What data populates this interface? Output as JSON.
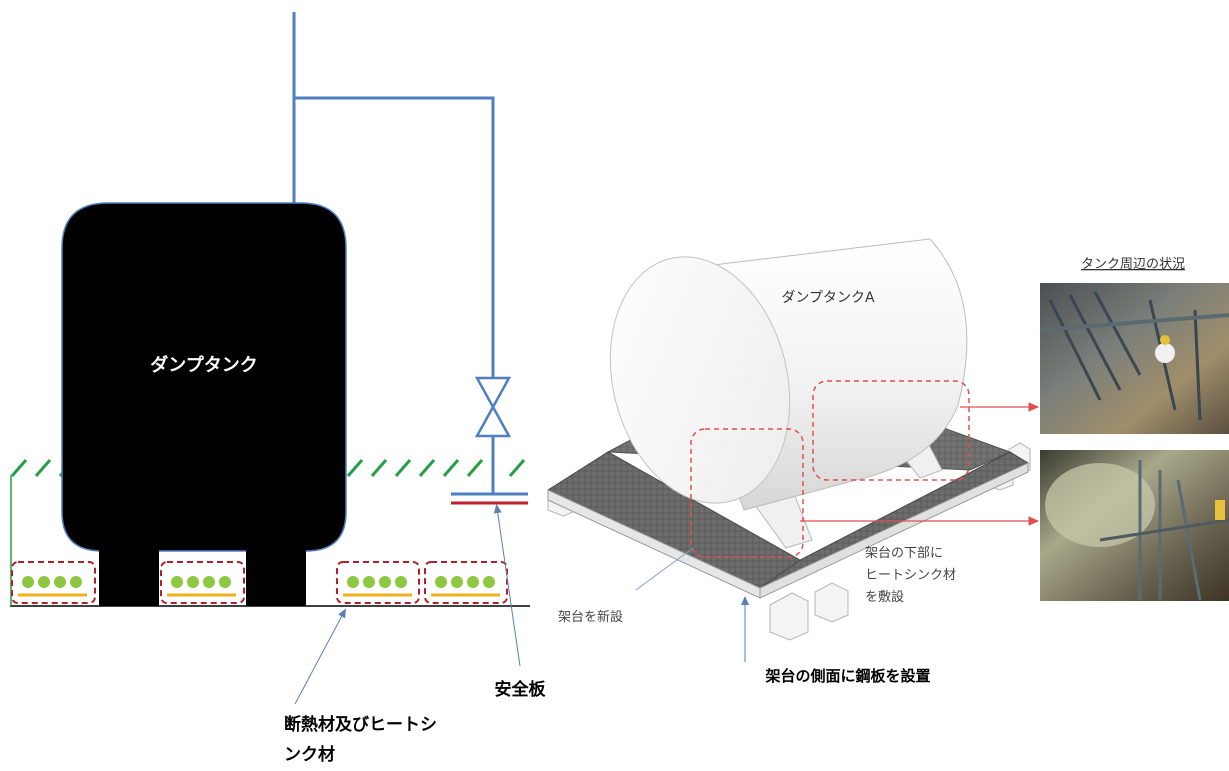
{
  "left_diagram": {
    "tank_label": "ダンプタンク",
    "safety_plate_label": "安全板",
    "insulation_label_line1": "断熱材及びヒートシ",
    "insulation_label_line2": "ンク材"
  },
  "right_diagram": {
    "tank_a_label": "ダンプタンクA",
    "status_heading": "タンク周辺の状況",
    "new_frame_label": "架台を新設",
    "heatsink_note_line1": "架台の下部に",
    "heatsink_note_line2": "ヒートシンク材",
    "heatsink_note_line3": "を敷設",
    "steel_plate_caption": "架台の側面に鋼板を設置"
  },
  "colors": {
    "pipe": "#4f7fbe",
    "tank": "#000000",
    "hatch": "#23a044",
    "dash_box": "#b0202a",
    "green_dot": "#8dc63f",
    "orange_line": "#f2b01e",
    "red_plate": "#c0202a",
    "annotation_arrow": "#5a7fb5",
    "callout_red": "#e05050"
  }
}
